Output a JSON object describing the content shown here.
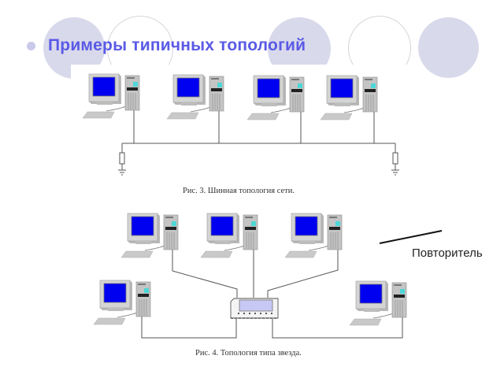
{
  "slide": {
    "title": "Примеры типичных топологий",
    "bullet_color": "#c9c9ea",
    "title_color": "#5a5ae6",
    "decor_circle_color": "#d9d9ec"
  },
  "figures": [
    {
      "id": "bus",
      "caption": "Рис. 3. Шинная топология сети.",
      "computers": 4,
      "terminators": 2
    },
    {
      "id": "star",
      "caption": "Рис. 4. Топология типа звезда.",
      "computers": 5,
      "hub": 1
    }
  ],
  "callout": {
    "label": "Повторитель"
  },
  "colors": {
    "screen": "#0000f0",
    "case": "#c8c8c8",
    "wire": "#555555",
    "hub_screen": "#c8c8f4",
    "indicator": "#4fd6d6"
  }
}
